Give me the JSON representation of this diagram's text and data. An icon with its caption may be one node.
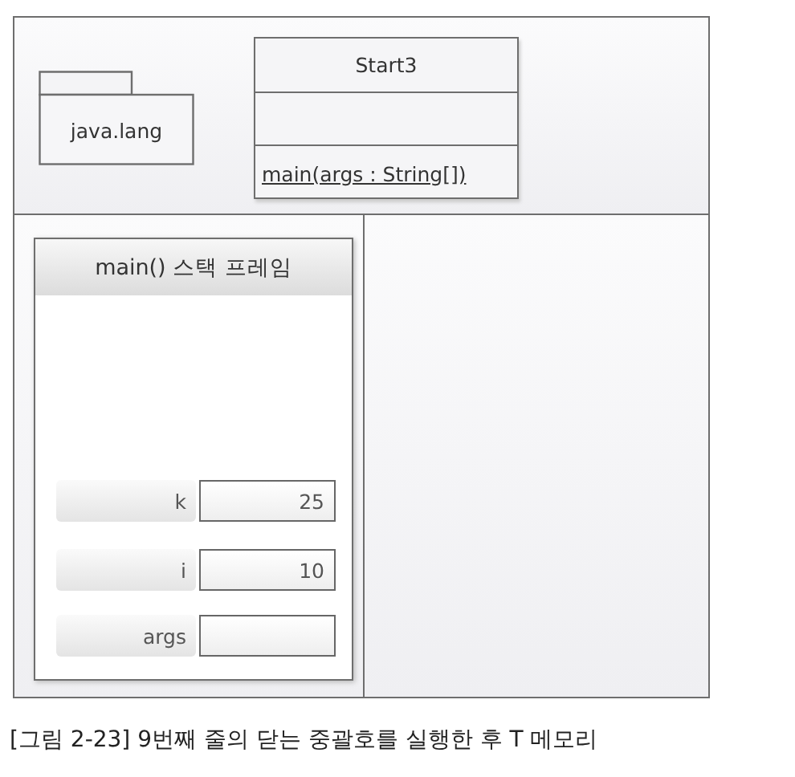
{
  "diagram": {
    "caption": "[그림 2-23] 9번째 줄의 닫는 중괄호를 실행한 후 T 메모리",
    "nodes": [
      {
        "text": [],
        "shape": "box"
      },
      {
        "text": [
          "java.lang"
        ],
        "in": 0
      },
      {
        "text": [
          "Start3",
          "main(args : String[])"
        ],
        "in": 0
      },
      {
        "text": [],
        "shape": "box"
      },
      {
        "text": [],
        "shape": "box"
      },
      {
        "text": [
          "main() 스택 프레임"
        ],
        "in": 3
      },
      {
        "text": [
          "k",
          "25"
        ],
        "in": 5
      },
      {
        "text": [
          "i",
          "10"
        ],
        "in": 5
      },
      {
        "text": [
          "args"
        ],
        "in": 5
      }
    ],
    "edges": []
  }
}
